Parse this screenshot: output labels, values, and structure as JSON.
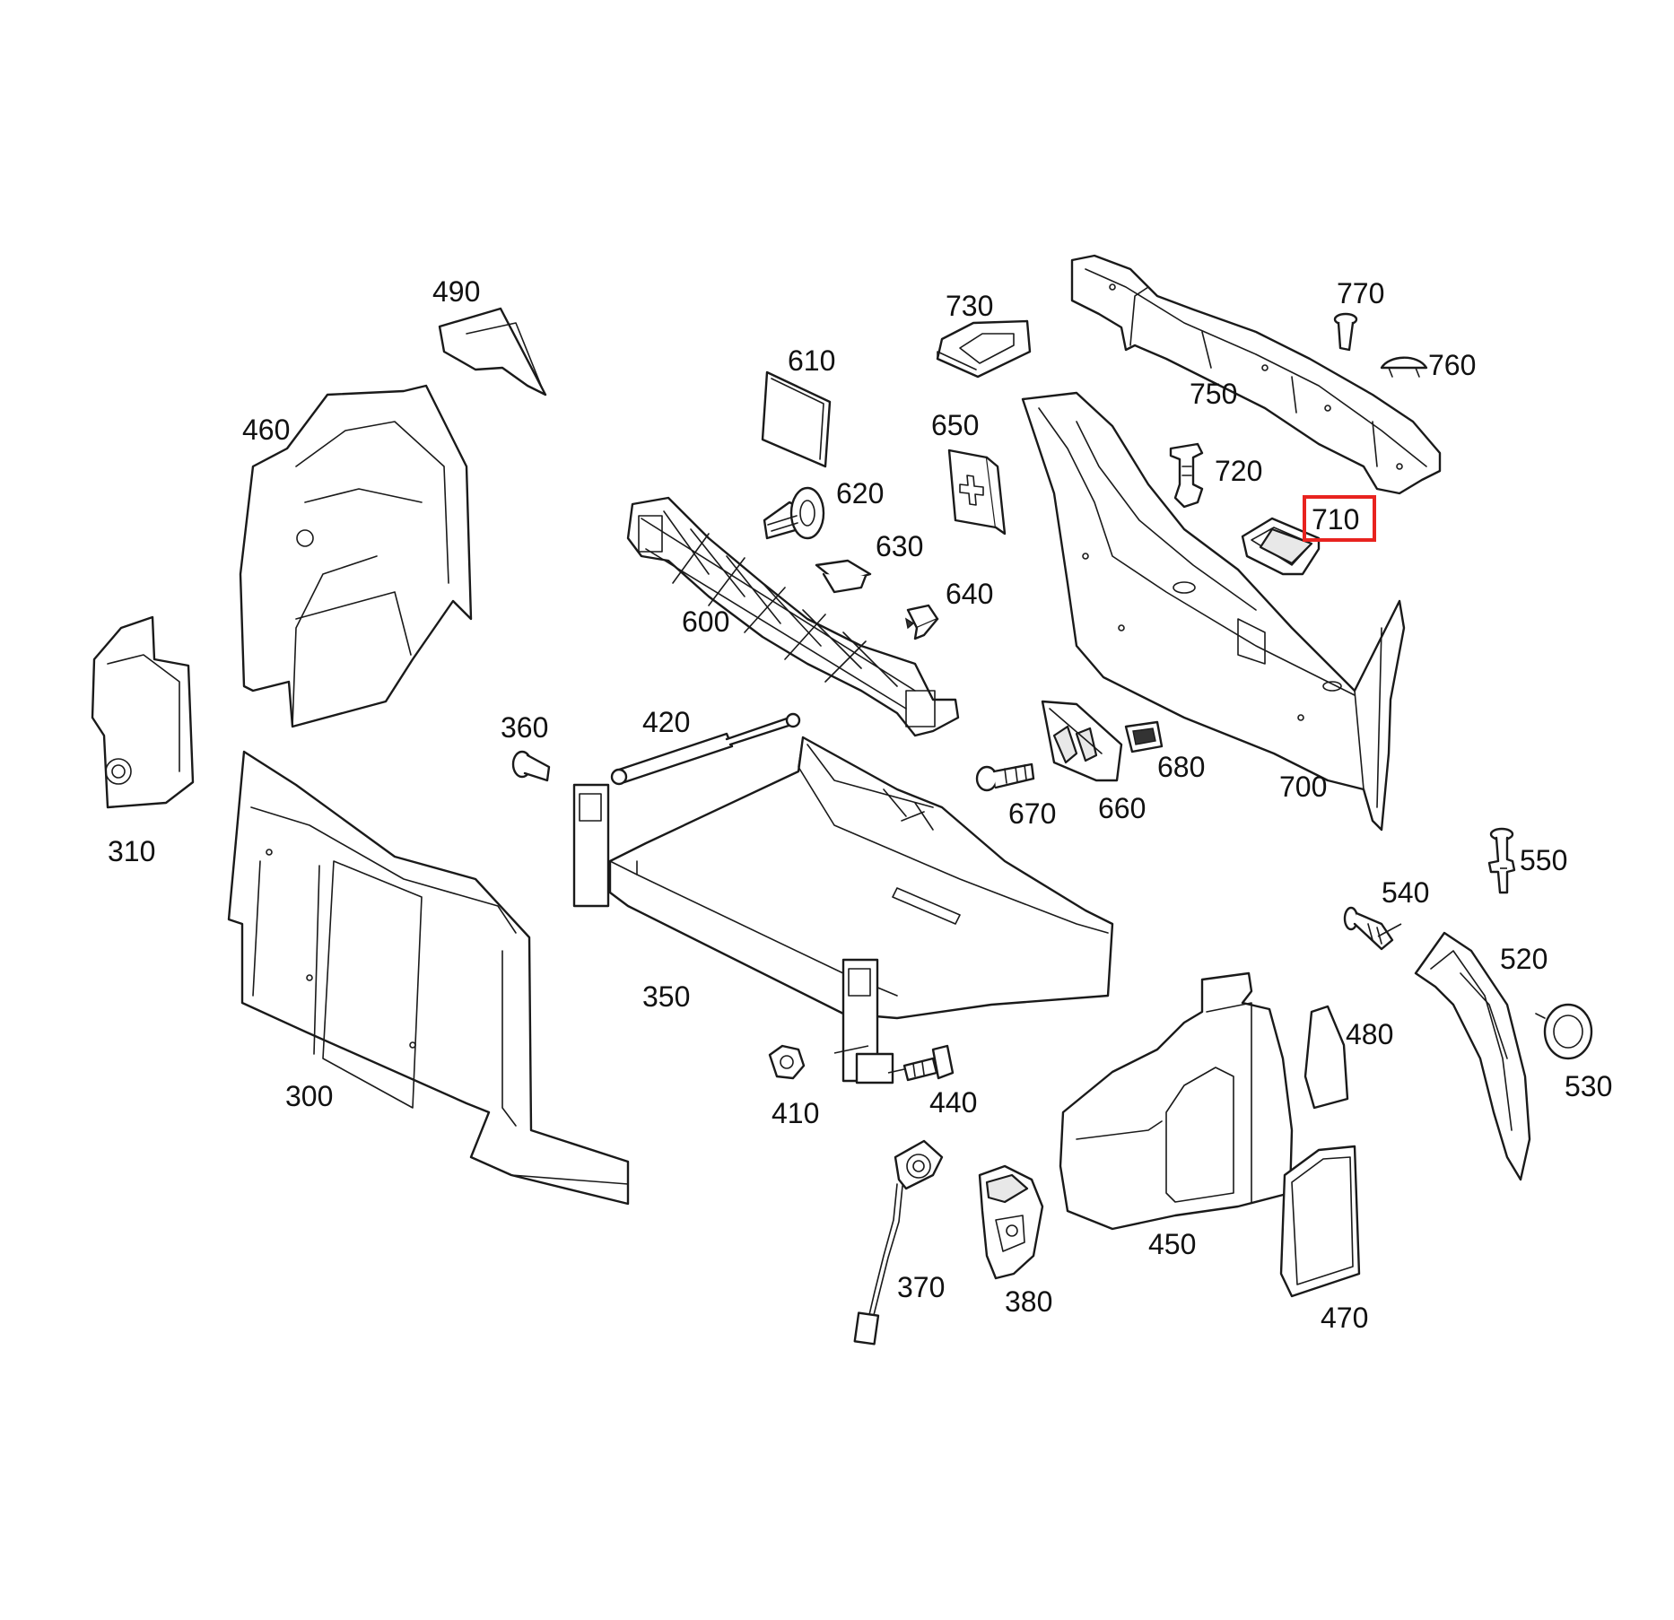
{
  "diagram": {
    "highlight_color": "#e8231f",
    "highlighted_callout": "710",
    "callouts": [
      {
        "id": "c490",
        "text": "490"
      },
      {
        "id": "c460",
        "text": "460"
      },
      {
        "id": "c310",
        "text": "310"
      },
      {
        "id": "c300",
        "text": "300"
      },
      {
        "id": "c610",
        "text": "610"
      },
      {
        "id": "c620",
        "text": "620"
      },
      {
        "id": "c630",
        "text": "630"
      },
      {
        "id": "c640",
        "text": "640"
      },
      {
        "id": "c600",
        "text": "600"
      },
      {
        "id": "c730",
        "text": "730"
      },
      {
        "id": "c650",
        "text": "650"
      },
      {
        "id": "c770",
        "text": "770"
      },
      {
        "id": "c760",
        "text": "760"
      },
      {
        "id": "c750",
        "text": "750"
      },
      {
        "id": "c720",
        "text": "720"
      },
      {
        "id": "c710",
        "text": "710"
      },
      {
        "id": "c700",
        "text": "700"
      },
      {
        "id": "c360",
        "text": "360"
      },
      {
        "id": "c420",
        "text": "420"
      },
      {
        "id": "c350",
        "text": "350"
      },
      {
        "id": "c670",
        "text": "670"
      },
      {
        "id": "c660",
        "text": "660"
      },
      {
        "id": "c680",
        "text": "680"
      },
      {
        "id": "c410",
        "text": "410"
      },
      {
        "id": "c440",
        "text": "440"
      },
      {
        "id": "c370",
        "text": "370"
      },
      {
        "id": "c380",
        "text": "380"
      },
      {
        "id": "c450",
        "text": "450"
      },
      {
        "id": "c470",
        "text": "470"
      },
      {
        "id": "c480",
        "text": "480"
      },
      {
        "id": "c520",
        "text": "520"
      },
      {
        "id": "c530",
        "text": "530"
      },
      {
        "id": "c540",
        "text": "540"
      },
      {
        "id": "c550",
        "text": "550"
      }
    ]
  }
}
